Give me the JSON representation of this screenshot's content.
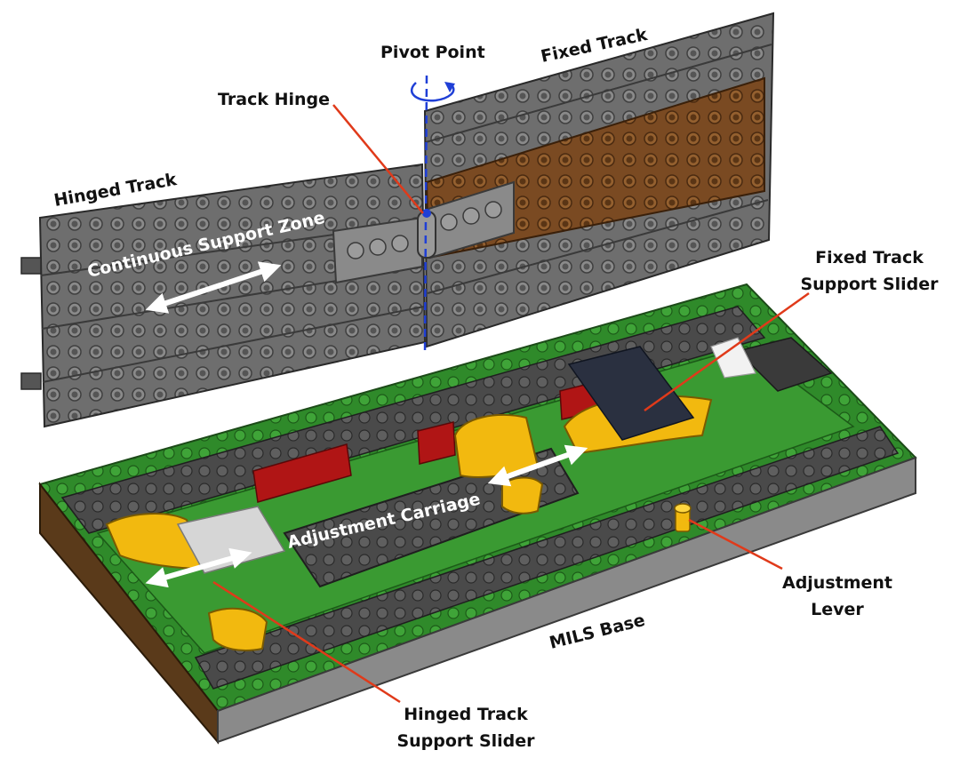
{
  "labels": {
    "pivot_point": "Pivot Point",
    "fixed_track": "Fixed Track",
    "track_hinge": "Track Hinge",
    "hinged_track": "Hinged Track",
    "continuous_support_zone": "Continuous Support Zone",
    "fixed_track_support_slider_line1": "Fixed Track",
    "fixed_track_support_slider_line2": "Support Slider",
    "adjustment_carriage": "Adjustment Carriage",
    "adjustment_lever_line1": "Adjustment",
    "adjustment_lever_line2": "Lever",
    "mils_base": "MILS Base",
    "hinged_track_support_slider_line1": "Hinged Track",
    "hinged_track_support_slider_line2": "Support Slider"
  },
  "colors": {
    "track_gray": "#6b6b6b",
    "track_brown": "#7a4a22",
    "base_green": "#2f8a2a",
    "base_dark_gray": "#4a4a4a",
    "accent_yellow": "#f2b90f",
    "accent_red": "#b01515",
    "leader_red": "#e03a1a",
    "pivot_blue": "#1f3fd6"
  }
}
